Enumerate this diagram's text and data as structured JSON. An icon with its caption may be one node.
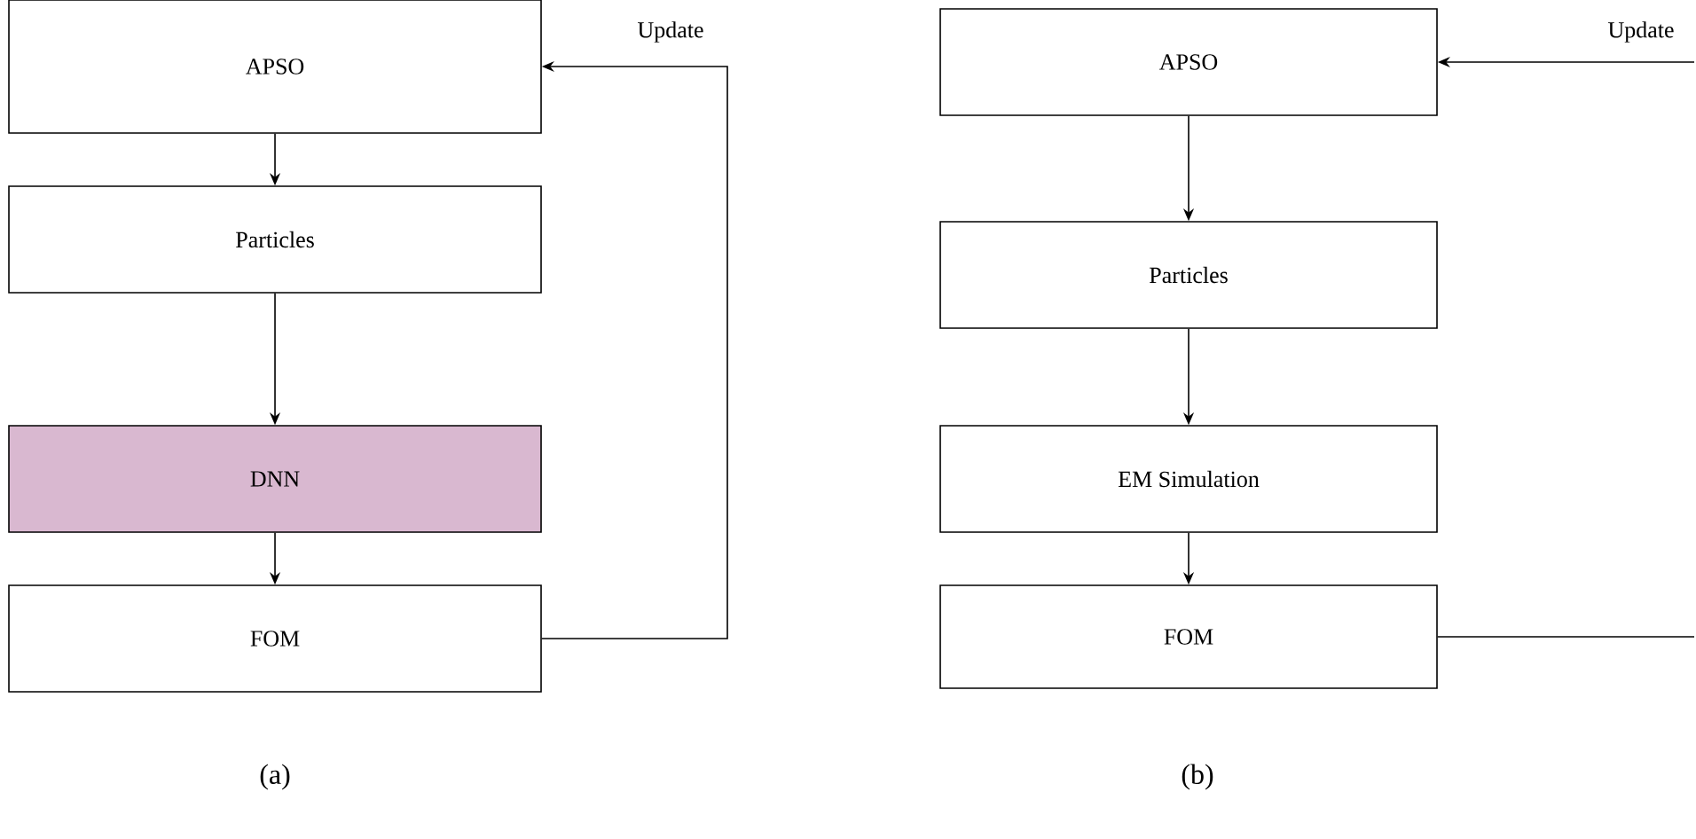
{
  "diagram": {
    "nodes": [
      {
        "text": [
          "APSO"
        ]
      },
      {
        "text": [
          "Particles"
        ]
      },
      {
        "text": [
          "DNN"
        ]
      },
      {
        "text": [
          "FOM"
        ]
      },
      {
        "text": [
          "APSO"
        ]
      },
      {
        "text": [
          "Particles"
        ]
      },
      {
        "text": [
          "EM Simulation"
        ]
      },
      {
        "text": [
          "FOM"
        ]
      }
    ],
    "edges": [
      {
        "from": 0,
        "to": 1,
        "arrow": "to"
      },
      {
        "from": 1,
        "to": 2,
        "arrow": "to"
      },
      {
        "from": 2,
        "to": 3,
        "arrow": "to"
      },
      {
        "from": 3,
        "to": 0,
        "arrow": "to",
        "label": "Update"
      },
      {
        "from": 4,
        "to": 5,
        "arrow": "to"
      },
      {
        "from": 5,
        "to": 6,
        "arrow": "to"
      },
      {
        "from": 6,
        "to": 7,
        "arrow": "to"
      },
      {
        "from": 7,
        "to": null,
        "arrow": "none"
      },
      {
        "from": null,
        "to": 4,
        "arrow": "to",
        "label": "Update"
      }
    ],
    "labels": [
      "(a)",
      "(b)"
    ]
  }
}
